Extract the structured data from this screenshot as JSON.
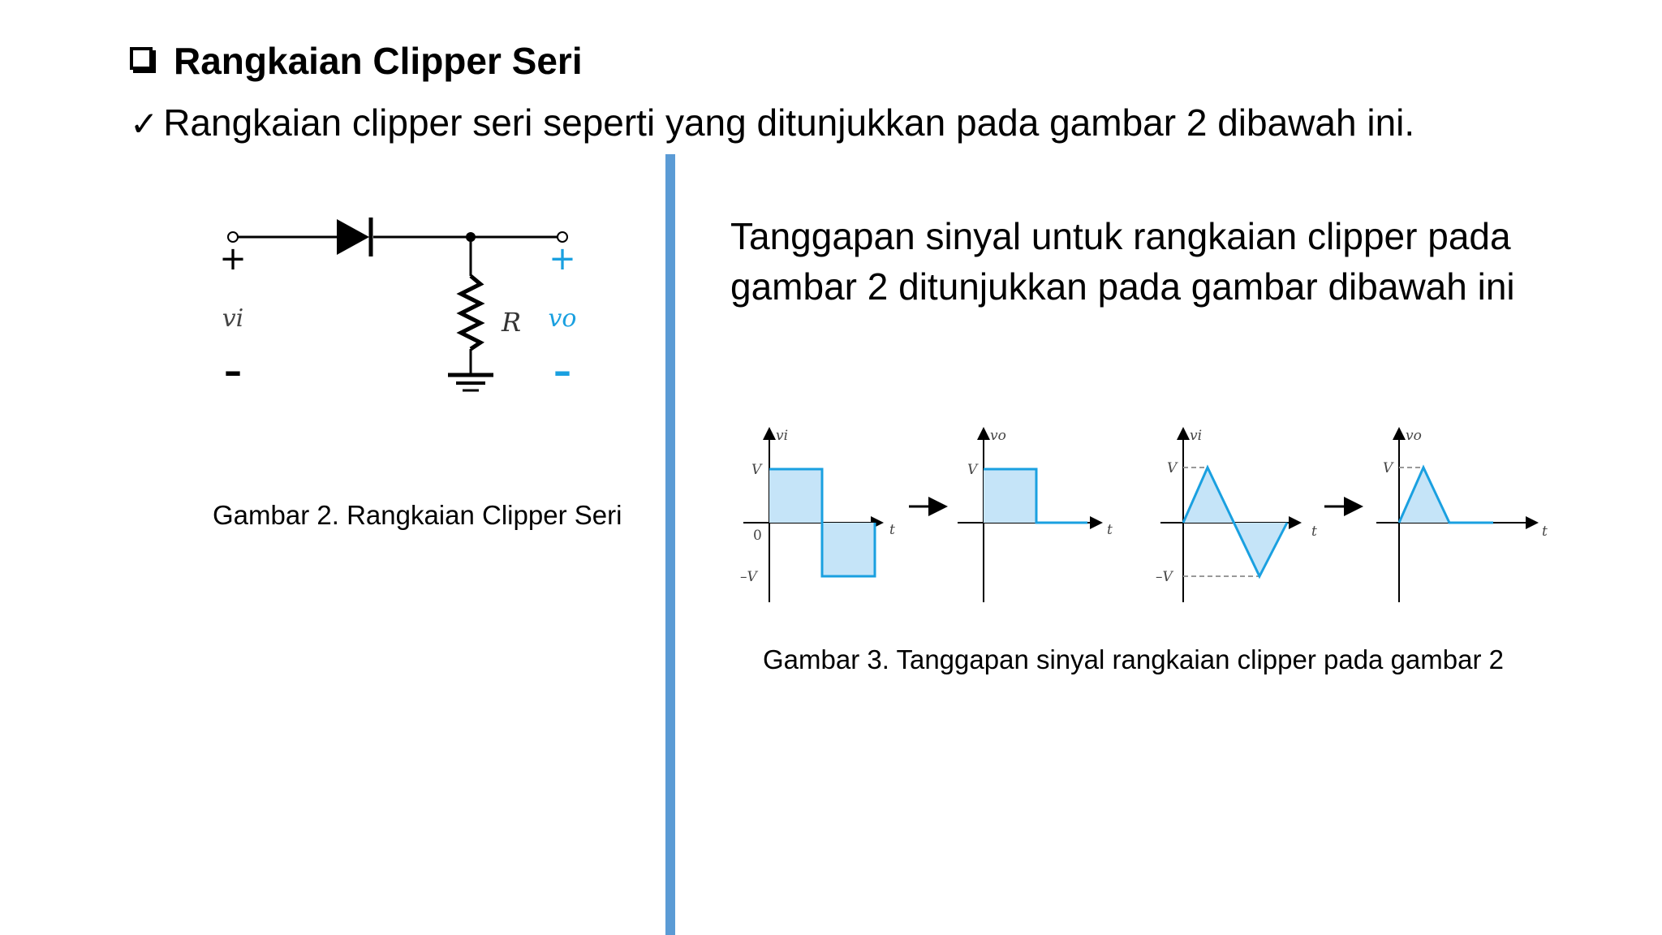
{
  "slide": {
    "title": "Rangkaian Clipper Seri",
    "bullet": "Rangkaian clipper seri seperti yang ditunjukkan pada gambar 2 dibawah ini.",
    "description": "Tanggapan sinyal untuk rangkaian clipper pada gambar 2 ditunjukkan pada gambar dibawah ini"
  },
  "figure2": {
    "caption": "Gambar 2. Rangkaian Clipper Seri",
    "input_plus": "+",
    "input_label": "vi",
    "input_minus": "–",
    "resistor_label": "R",
    "output_plus": "+",
    "output_label": "vo",
    "output_minus": "–"
  },
  "figure3": {
    "caption": "Gambar 3. Tanggapan sinyal rangkaian clipper pada gambar 2",
    "panels": [
      {
        "y_label": "vi",
        "pos_level": "V",
        "neg_level": "–V",
        "origin": "0",
        "t_label": "t",
        "shape": "square"
      },
      {
        "y_label": "vo",
        "pos_level": "V",
        "t_label": "t",
        "shape": "square-clipped"
      },
      {
        "y_label": "vi",
        "pos_level": "V",
        "neg_level": "–V",
        "t_label": "t",
        "shape": "triangle"
      },
      {
        "y_label": "vo",
        "pos_level": "V",
        "t_label": "t",
        "shape": "triangle-clipped"
      }
    ]
  },
  "colors": {
    "accent": "#5b9bd5",
    "wave_stroke": "#1aa0e0",
    "wave_fill": "#c5e4f8",
    "output_terminal": "#1aa0e0"
  }
}
